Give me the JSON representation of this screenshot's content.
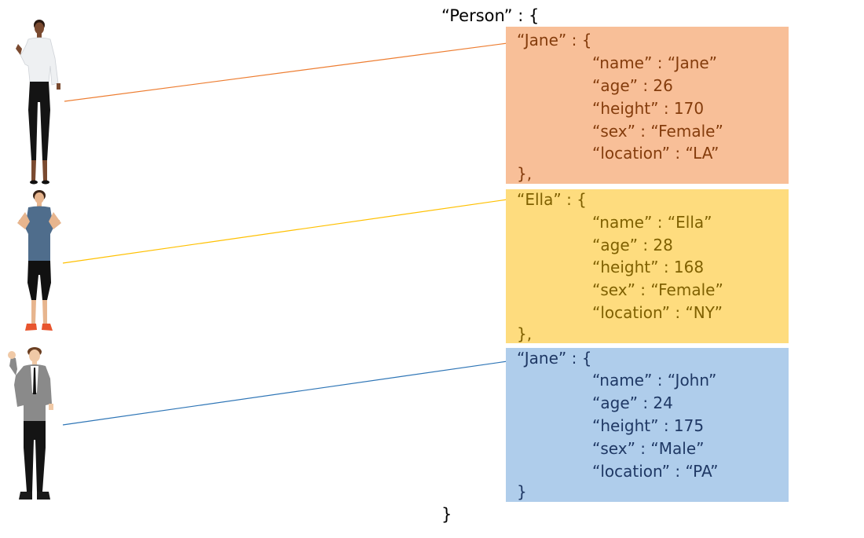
{
  "root": {
    "open": "“Person” : {",
    "close": "}"
  },
  "entries": [
    {
      "header": "“Jane” : {",
      "fields": [
        "“name” : “Jane”",
        "“age” : 26",
        "“height” : 170",
        "“sex” : “Female”",
        "“location” : “LA”"
      ],
      "closing": "},",
      "box_color": "#F8BF98",
      "text_color": "#843C0C",
      "line_color": "#ED7D31"
    },
    {
      "header": "“Ella” : {",
      "fields": [
        "“name” : “Ella”",
        "“age” : 28",
        "“height” : 168",
        "“sex” : “Female”",
        "“location” : “NY”"
      ],
      "closing": "},",
      "box_color": "#FEDC7E",
      "text_color": "#7F6000",
      "line_color": "#FFC000"
    },
    {
      "header": "“Jane” : {",
      "fields": [
        "“name” : “John”",
        "“age” : 24",
        "“height” : 175",
        "“sex” : “Male”",
        "“location” : “PA”"
      ],
      "closing": "}",
      "box_color": "#AFCDEB",
      "text_color": "#1F3864",
      "line_color": "#2E75B6"
    }
  ]
}
